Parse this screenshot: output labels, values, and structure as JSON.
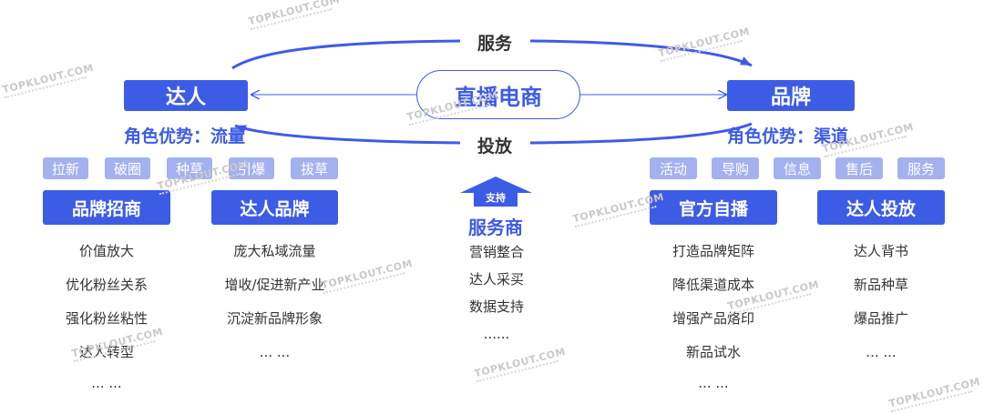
{
  "diagram": {
    "top_label": "服务",
    "bottom_label": "投放",
    "center": "直播电商",
    "left": {
      "title": "达人",
      "advantage": "角色优势：流量",
      "tags": [
        "拉新",
        "破圈",
        "种草",
        "引爆",
        "拔草"
      ],
      "sub1": {
        "title": "品牌招商",
        "items": [
          "价值放大",
          "优化粉丝关系",
          "强化粉丝粘性",
          "达人转型",
          "... ..."
        ]
      },
      "sub2": {
        "title": "达人品牌",
        "items": [
          "庞大私域流量",
          "增收/促进新产业",
          "沉淀新品牌形象",
          "... ..."
        ]
      }
    },
    "middle": {
      "support": "支持",
      "title": "服务商",
      "items": [
        "营销整合",
        "达人采买",
        "数据支持",
        "......"
      ]
    },
    "right": {
      "title": "品牌",
      "advantage": "角色优势：渠道",
      "tags": [
        "活动",
        "导购",
        "信息",
        "售后",
        "服务"
      ],
      "sub1": {
        "title": "官方自播",
        "items": [
          "打造品牌矩阵",
          "降低渠道成本",
          "增强产品烙印",
          "新品试水",
          "... ..."
        ]
      },
      "sub2": {
        "title": "达人投放",
        "items": [
          "达人背书",
          "新品种草",
          "爆品推广",
          "... ..."
        ]
      }
    },
    "colors": {
      "primary": "#3d5ce6",
      "tag": "#a4b1ef",
      "text": "#333333"
    },
    "watermark": "TOPKLOUT.COM"
  }
}
